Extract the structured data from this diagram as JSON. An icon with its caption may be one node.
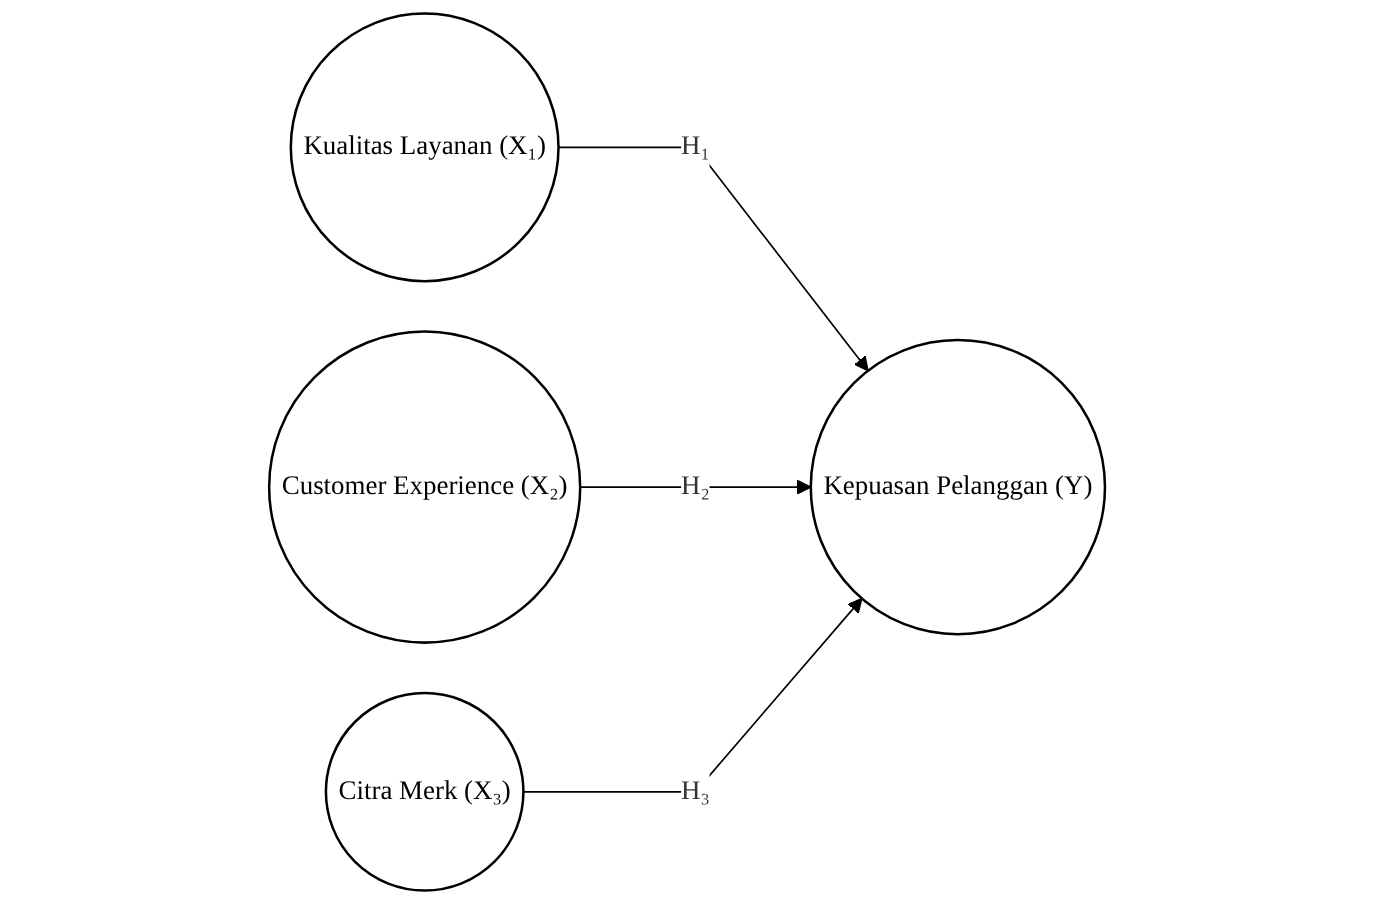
{
  "diagram": {
    "nodes": [
      {
        "text": [
          "Kualitas Layanan (X₁)"
        ]
      },
      {
        "text": [
          "Customer Experience (X₂)"
        ]
      },
      {
        "text": [
          "Citra Merk (X₃)"
        ]
      },
      {
        "text": [
          "Kepuasan Pelanggan (Y)"
        ]
      }
    ],
    "edges": [
      {
        "from": 0,
        "to": 3,
        "arrow": "to",
        "label": "H₁"
      },
      {
        "from": 1,
        "to": 3,
        "arrow": "to",
        "label": "H₂"
      },
      {
        "from": 2,
        "to": 3,
        "arrow": "to",
        "label": "H₃"
      }
    ]
  }
}
